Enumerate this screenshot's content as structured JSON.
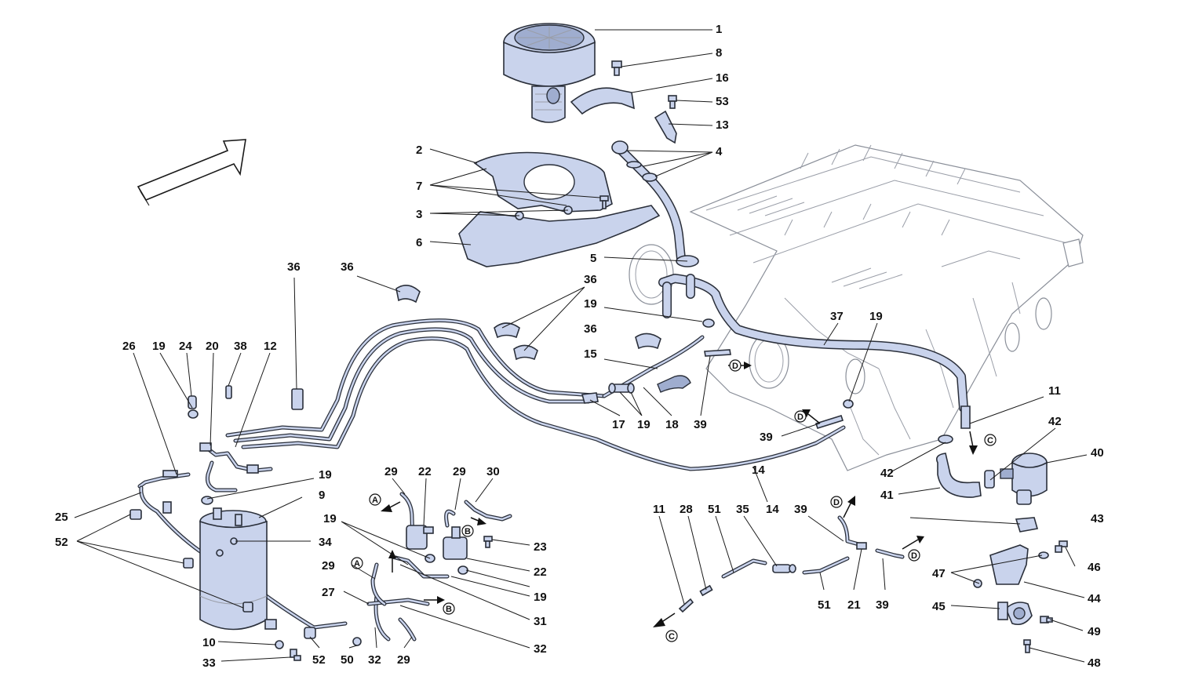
{
  "callouts": {
    "c1": "1",
    "c8": "8",
    "c16": "16",
    "c53": "53",
    "c13": "13",
    "c4": "4",
    "c2": "2",
    "c7": "7",
    "c3": "3",
    "c6": "6",
    "c5": "5",
    "c36a": "36",
    "c36b": "36",
    "c36c": "36",
    "c36d": "36",
    "c19a": "19",
    "c15": "15",
    "c37": "37",
    "c19b": "19",
    "c26": "26",
    "c19c": "19",
    "c24": "24",
    "c20": "20",
    "c38": "38",
    "c12": "12",
    "c17": "17",
    "c19d": "19",
    "c18": "18",
    "c39a": "39",
    "c11a": "11",
    "c42a": "42",
    "c40": "40",
    "c42b": "42",
    "c41": "41",
    "c39b": "39",
    "c14": "14",
    "c25": "25",
    "c19e": "19",
    "c9": "9",
    "c52a": "52",
    "c34": "34",
    "c29a": "29",
    "c22a": "22",
    "c29b": "29",
    "c30": "30",
    "c23": "23",
    "c19f": "19",
    "c22b": "22",
    "c19g": "19",
    "c29c": "29",
    "c27": "27",
    "c31": "31",
    "c32a": "32",
    "c10": "10",
    "c33": "33",
    "c52b": "52",
    "c50": "50",
    "c32b": "32",
    "c29d": "29",
    "c11b": "11",
    "c28": "28",
    "c51a": "51",
    "c35": "35",
    "c14b": "14",
    "c39c": "39",
    "c43": "43",
    "c47": "47",
    "c46": "46",
    "c44": "44",
    "c45": "45",
    "c49": "49",
    "c48": "48",
    "c51b": "51",
    "c21": "21",
    "c39d": "39"
  },
  "connectors": {
    "A1": "A",
    "A2": "A",
    "B1": "B",
    "B2": "B",
    "C1": "C",
    "C2": "C",
    "D1": "D",
    "D2": "D",
    "D3": "D",
    "D4": "D"
  },
  "colors": {
    "part_fill": "#c9d3ec",
    "outline": "#2a2f3a",
    "engine_outline": "#8a8f99"
  }
}
